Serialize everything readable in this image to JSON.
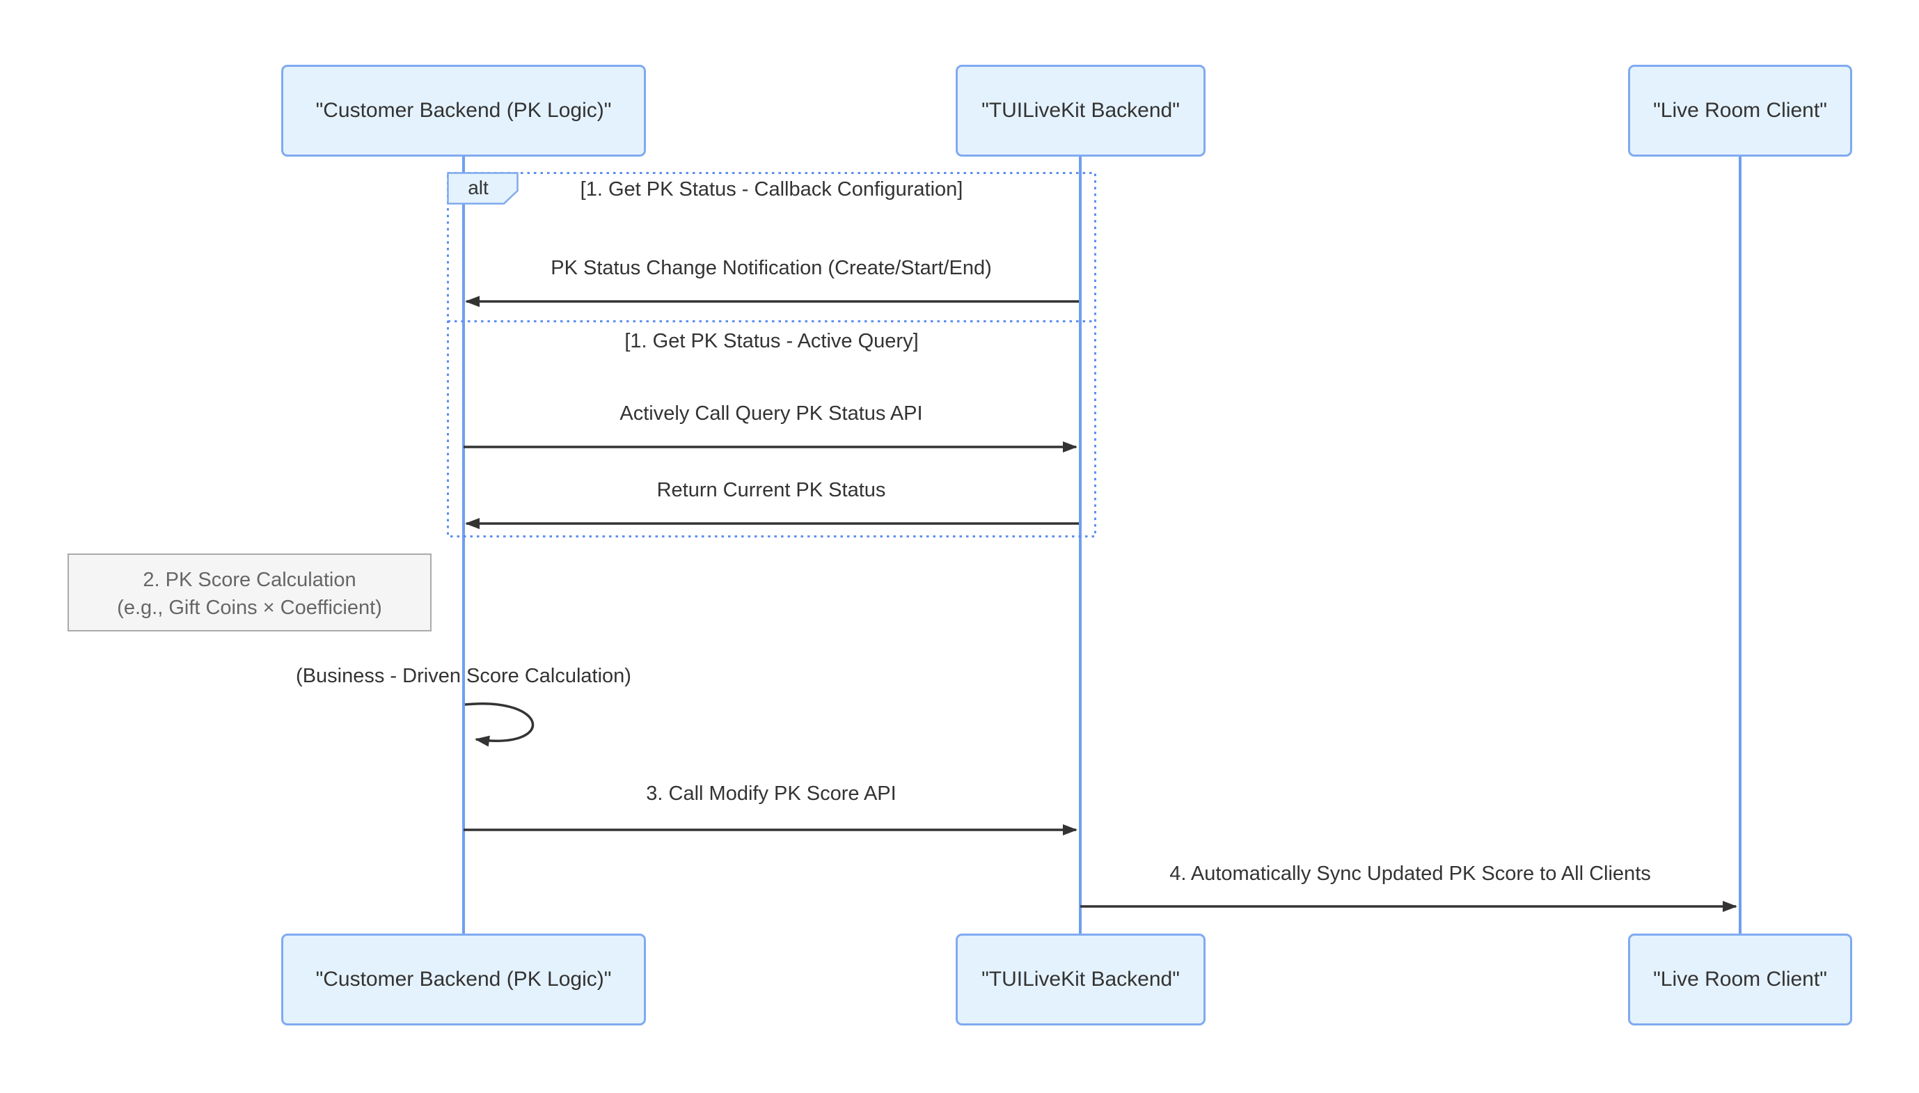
{
  "diagram": {
    "type": "sequence-diagram",
    "actors": [
      {
        "label": "\"Customer Backend (PK Logic)\""
      },
      {
        "label": "\"TUILiveKit Backend\""
      },
      {
        "label": "\"Live Room Client\""
      }
    ],
    "alt_frame": {
      "label": "alt",
      "sections": [
        {
          "condition": "[1. Get PK Status - Callback Configuration]"
        },
        {
          "condition": "[1. Get PK Status - Active Query]"
        }
      ]
    },
    "messages": [
      {
        "text": "PK Status Change Notification (Create/Start/End)",
        "from": "TUILiveKit Backend",
        "to": "Customer Backend (PK Logic)",
        "kind": "solid-arrow"
      },
      {
        "text": "Actively Call Query PK Status API",
        "from": "Customer Backend (PK Logic)",
        "to": "TUILiveKit Backend",
        "kind": "solid-arrow"
      },
      {
        "text": "Return Current PK Status",
        "from": "TUILiveKit Backend",
        "to": "Customer Backend (PK Logic)",
        "kind": "solid-arrow"
      },
      {
        "text": "(Business - Driven Score Calculation)",
        "from": "Customer Backend (PK Logic)",
        "to": "Customer Backend (PK Logic)",
        "kind": "self-loop"
      },
      {
        "text": "3. Call Modify PK Score API",
        "from": "Customer Backend (PK Logic)",
        "to": "TUILiveKit Backend",
        "kind": "solid-arrow"
      },
      {
        "text": "4. Automatically Sync Updated PK Score to All Clients",
        "from": "TUILiveKit Backend",
        "to": "Live Room Client",
        "kind": "solid-arrow"
      }
    ],
    "note": {
      "lines": [
        "2. PK Score Calculation",
        "(e.g., Gift Coins × Coefficient)"
      ]
    },
    "colors": {
      "actor_fill": "#e4f2fd",
      "actor_border": "#7faaf0",
      "lifeline": "#6f9ef2",
      "frame_border": "#5d8ff0",
      "note_fill": "#f5f5f5",
      "note_border": "#aaaaaa",
      "note_text": "#666666",
      "message_text": "#333333",
      "arrow": "#333333"
    }
  }
}
